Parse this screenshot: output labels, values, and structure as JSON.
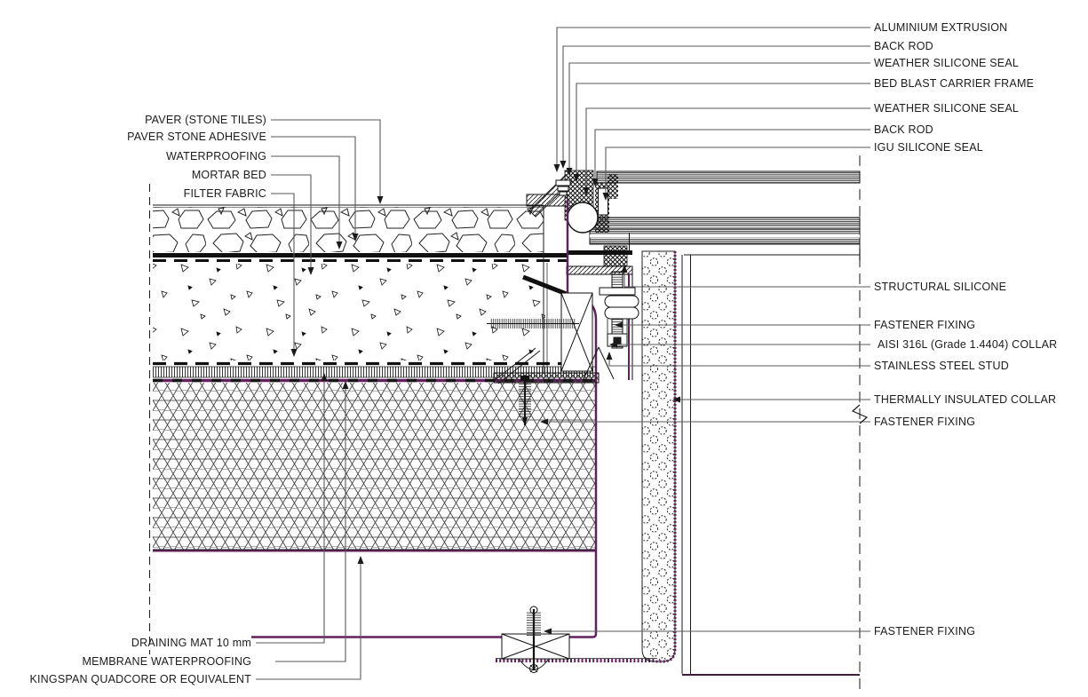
{
  "drawing": {
    "type": "construction-detail-section",
    "description_labels_total": 22
  },
  "labels": {
    "left": [
      {
        "text": "PAVER (STONE TILES)"
      },
      {
        "text": "PAVER STONE ADHESIVE"
      },
      {
        "text": "WATERPROOFING"
      },
      {
        "text": "MORTAR BED"
      },
      {
        "text": "FILTER FABRIC"
      }
    ],
    "bottom": [
      {
        "text": "DRAINING MAT 10 mm"
      },
      {
        "text": "MEMBRANE WATERPROOFING"
      },
      {
        "text": "KINGSPAN QUADCORE OR EQUIVALENT"
      }
    ],
    "right_top": [
      {
        "text": "ALUMINIUM EXTRUSION"
      },
      {
        "text": "BACK ROD"
      },
      {
        "text": "WEATHER SILICONE SEAL"
      },
      {
        "text": "BED BLAST CARRIER FRAME"
      },
      {
        "text": "WEATHER SILICONE SEAL"
      },
      {
        "text": "BACK ROD"
      },
      {
        "text": "IGU SILICONE SEAL"
      }
    ],
    "right_mid": [
      {
        "text": "STRUCTURAL SILICONE"
      },
      {
        "text": "FASTENER FIXING"
      },
      {
        "text": "AISI 316L (Grade 1.4404) COLLAR"
      },
      {
        "text": "STAINLESS STEEL STUD"
      },
      {
        "text": "THERMALLY INSULATED COLLAR"
      },
      {
        "text": "FASTENER FIXING"
      }
    ],
    "right_bottom": [
      {
        "text": "FASTENER FIXING"
      }
    ]
  },
  "colors": {
    "line": "#1a1a1a",
    "membrane": "#63205f",
    "leader": "#5a5a5a",
    "background": "#ffffff"
  }
}
